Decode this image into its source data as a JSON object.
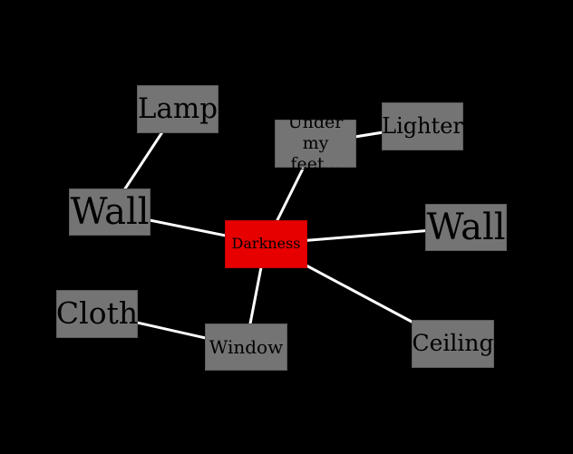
{
  "colors": {
    "background": "#000000",
    "node": "#747474",
    "center_node": "#e60000",
    "edge": "#ffffff",
    "text": "#000000"
  },
  "nodes": [
    {
      "id": "center",
      "label": "Darkness",
      "role": "central"
    },
    {
      "id": "lamp",
      "label": "Lamp"
    },
    {
      "id": "wall-left",
      "label": "Wall"
    },
    {
      "id": "under",
      "label": "Under my feet..."
    },
    {
      "id": "lighter",
      "label": "Lighter"
    },
    {
      "id": "wall-right",
      "label": "Wall"
    },
    {
      "id": "cloth",
      "label": "Cloth"
    },
    {
      "id": "window",
      "label": "Window"
    },
    {
      "id": "ceiling",
      "label": "Ceiling"
    }
  ],
  "edges": [
    [
      "center",
      "wall-left"
    ],
    [
      "center",
      "under"
    ],
    [
      "center",
      "wall-right"
    ],
    [
      "center",
      "window"
    ],
    [
      "center",
      "ceiling"
    ],
    [
      "wall-left",
      "lamp"
    ],
    [
      "under",
      "lighter"
    ],
    [
      "window",
      "cloth"
    ]
  ]
}
